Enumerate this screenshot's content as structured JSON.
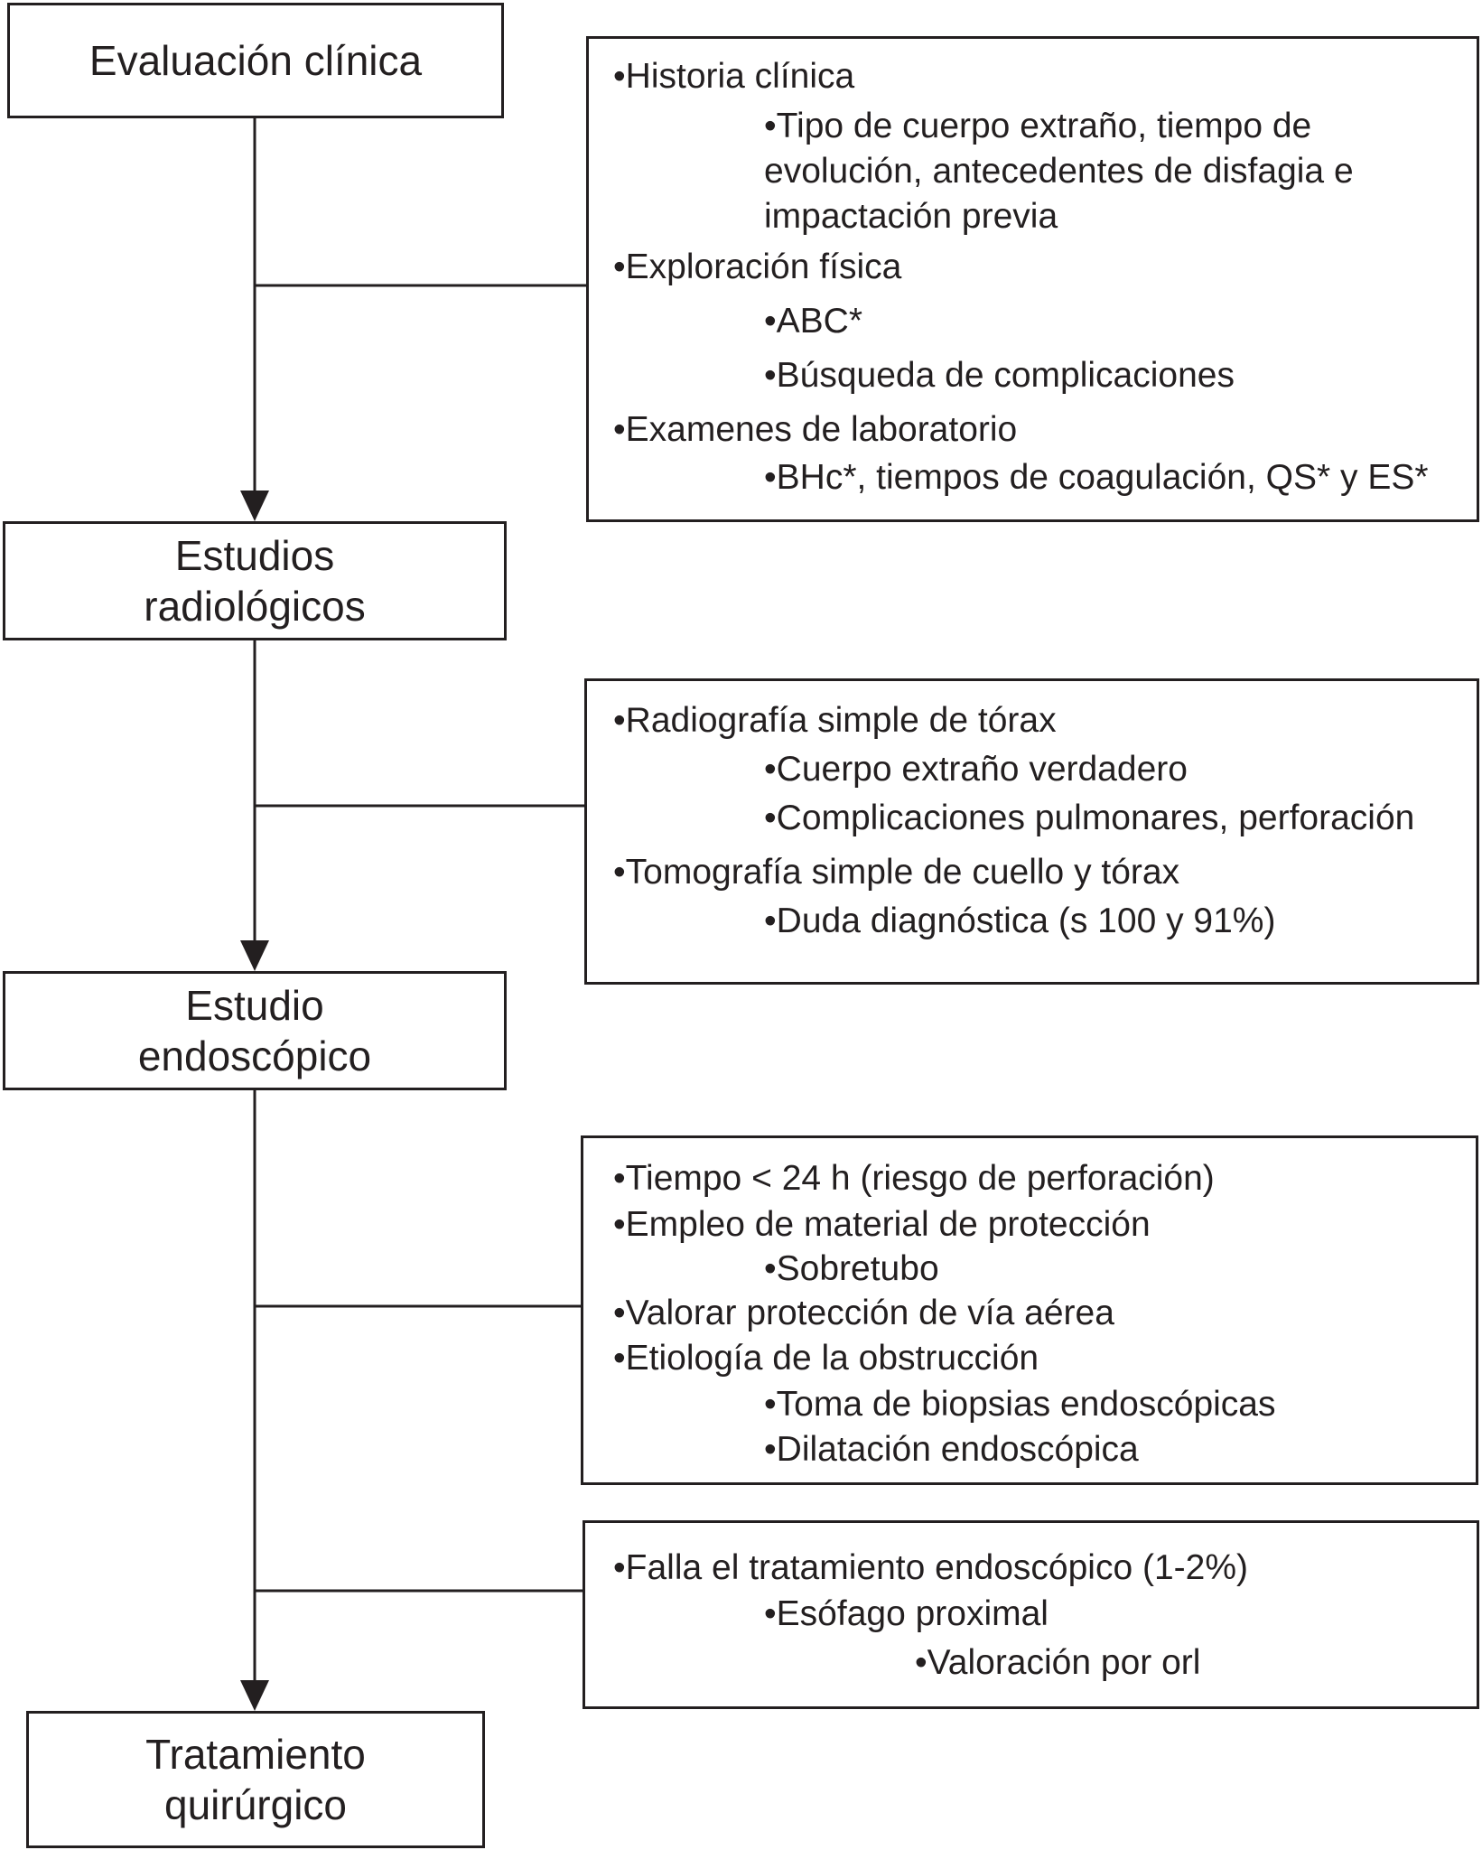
{
  "stages": [
    {
      "lines": [
        "Evaluación clínica"
      ]
    },
    {
      "lines": [
        "Estudios",
        "radiológicos"
      ]
    },
    {
      "lines": [
        "Estudio",
        "endoscópico"
      ]
    },
    {
      "lines": [
        "Tratamiento",
        "quirúrgico"
      ]
    }
  ],
  "details": [
    {
      "lines": [
        "•Historia clínica",
        "•Tipo de cuerpo extraño, tiempo de",
        "evolución, antecedentes de disfagia e",
        "impactación previa",
        "•Exploración física",
        "•ABC*",
        "•Búsqueda de complicaciones",
        "•Examenes de laboratorio",
        "•BHc*, tiempos de coagulación, QS* y ES*"
      ]
    },
    {
      "lines": [
        "•Radiografía simple de tórax",
        "•Cuerpo extraño verdadero",
        "•Complicaciones pulmonares, perforación",
        "•Tomografía simple de cuello y tórax",
        "•Duda diagnóstica (s 100 y 91%)"
      ]
    },
    {
      "lines": [
        "•Tiempo < 24 h (riesgo de perforación)",
        "•Empleo de material de protección",
        "•Sobretubo",
        "•Valorar protección de vía aérea",
        "•Etiología de la obstrucción",
        "•Toma de biopsias endoscópicas",
        "•Dilatación endoscópica"
      ]
    },
    {
      "lines": [
        "•Falla el tratamiento endoscópico (1-2%)",
        "•Esófago proximal",
        "•Valoración por orl"
      ]
    }
  ]
}
